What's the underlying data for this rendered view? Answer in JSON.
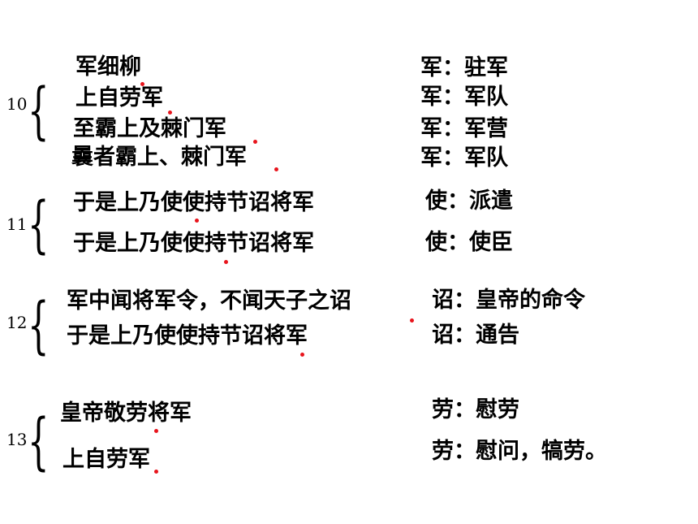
{
  "accent": "#e8141c",
  "groups": [
    {
      "number": "10",
      "items": [
        {
          "phrase": "军细柳",
          "definition": "军：驻军"
        },
        {
          "phrase": "上自劳军",
          "definition": "军：军队"
        },
        {
          "phrase": "至霸上及棘门军",
          "definition": "军：军营"
        },
        {
          "phrase": "曩者霸上、棘门军",
          "definition": "军：军队"
        }
      ]
    },
    {
      "number": "11",
      "items": [
        {
          "phrase": "于是上乃使使持节诏将军",
          "definition": "使：派遣"
        },
        {
          "phrase": "于是上乃使使持节诏将军",
          "definition": "使：使臣"
        }
      ]
    },
    {
      "number": "12",
      "items": [
        {
          "phrase": "军中闻将军令，不闻天子之诏",
          "definition": "诏：皇帝的命令"
        },
        {
          "phrase": "于是上乃使使持节诏将军",
          "definition": "诏：通告"
        }
      ]
    },
    {
      "number": "13",
      "items": [
        {
          "phrase": "皇帝敬劳将军",
          "definition": "劳：慰劳"
        },
        {
          "phrase": "上自劳军",
          "definition": "劳：慰问，犒劳。"
        }
      ]
    }
  ]
}
